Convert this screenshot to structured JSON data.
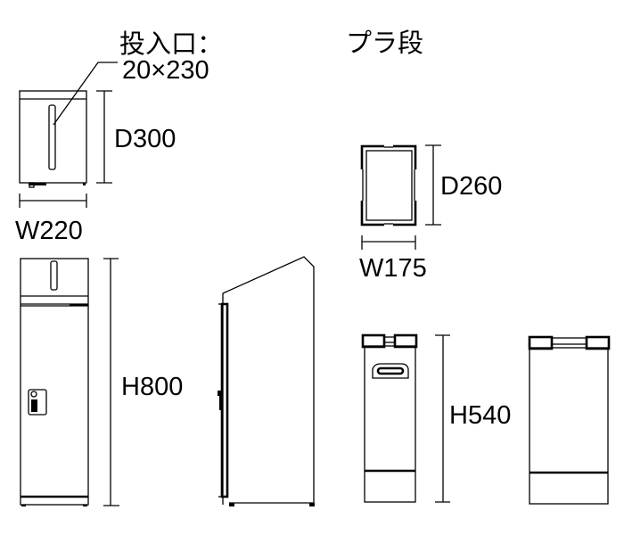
{
  "labels": {
    "slot_title": "投入口：",
    "slot_size": "20×230",
    "plastic_title": "プラ段",
    "depth_bin": "D300",
    "width_bin": "W220",
    "height_bin": "H800",
    "depth_box": "D260",
    "width_box": "W175",
    "height_box": "H540"
  }
}
